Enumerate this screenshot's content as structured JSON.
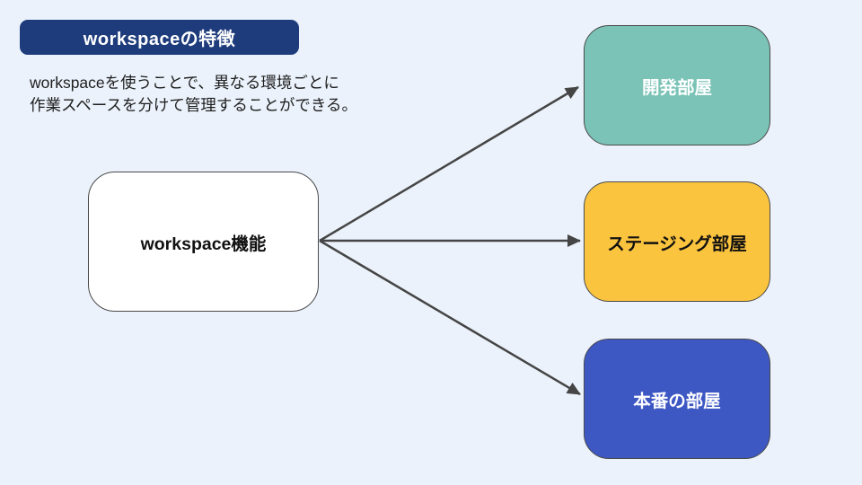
{
  "page": {
    "background": "#ebf2fb"
  },
  "header": {
    "title": "workspaceの特徴",
    "badge_color": "#1e3c7c",
    "text_color": "#ffffff"
  },
  "description": {
    "lines": [
      "workspaceを使うことで、異なる環境ごとに",
      "作業スペースを分けて管理することができる。"
    ],
    "text_color": "#1f1f1f"
  },
  "diagram": {
    "arrow_color": "#454545",
    "node_border_color": "#4a4a4a",
    "source": {
      "label": "workspace機能",
      "fill": "#ffffff",
      "text_color": "#111111"
    },
    "targets": [
      {
        "label": "開発部屋",
        "fill": "#7ac3b6",
        "text_color": "#ffffff"
      },
      {
        "label": "ステージング部屋",
        "fill": "#fbc43e",
        "text_color": "#111111"
      },
      {
        "label": "本番の部屋",
        "fill": "#3d57c3",
        "text_color": "#ffffff"
      }
    ]
  }
}
